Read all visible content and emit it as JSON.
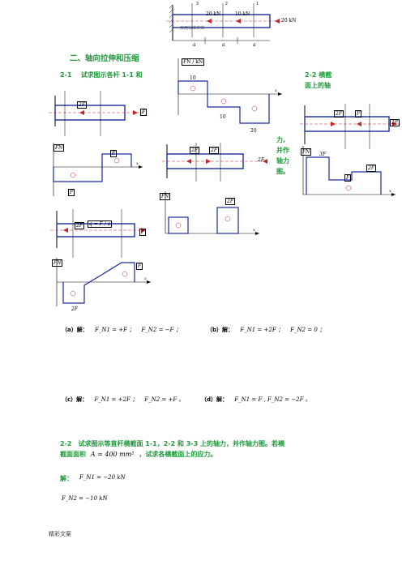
{
  "top_figure": {
    "loads": [
      "20 kN",
      "10 kN",
      "20 kN"
    ],
    "sections": [
      "3",
      "2",
      "1"
    ],
    "watermark": "实用标准文档",
    "dims": [
      "a",
      "a",
      "a"
    ]
  },
  "section_heading": "二、轴向拉伸和压缩",
  "problem_2_1": {
    "number": "2-1",
    "text_left": "试求图示各杆 1-1 和",
    "text_right_a": "2-2 横截",
    "text_right_b": "面上的轴",
    "text_mid": [
      "力,",
      "并作",
      "轴力",
      "图。"
    ]
  },
  "fig_a": {
    "load_left": "2F",
    "load_right": "F",
    "diag_axis": "FN",
    "val_pos": "F",
    "val_neg": "F"
  },
  "fig_b": {
    "load1": "2F",
    "load2": "2F",
    "load3": "2F",
    "val": "2F",
    "axis": "FN"
  },
  "fig_c": {
    "load1": "2F",
    "load2": "F",
    "load3": "2F",
    "val_3f": "3F",
    "val_f": "F",
    "val_2f": "2F",
    "axis": "FN"
  },
  "fig_d": {
    "load1": "2F",
    "q": "q = F / a",
    "load2": "F",
    "val_f": "F",
    "val_2f": "2F",
    "axis": "FN"
  },
  "fig_top_diag": {
    "axis": "FN / kN",
    "val1": "10",
    "val2": "10",
    "val3": "20"
  },
  "answers": {
    "a_label": "（a）解：",
    "a_text1": "F_N1 = +F ；",
    "a_text2": "F_N2 = −F ；",
    "b_label": "（b）解：",
    "b_text1": "F_N1 = +2F ；",
    "b_text2": "F_N2 = 0 ；",
    "c_label": "（c）解：",
    "c_text1": "F_N1 = +2F ；",
    "c_text2": "F_N2 = +F 。",
    "d_label": "（d）解：",
    "d_text": "F_N1 = F , F_N2 = −2F 。"
  },
  "problem_2_2": {
    "line1": "2-2　试求图示等直杆横截面 1-1，2-2 和 3-3 上的轴力，并作轴力图。若横",
    "line2a": "截面面积",
    "area": "A = 400 mm²",
    "line2b": "，试求各横截面上的应力。"
  },
  "solution_2_2": {
    "label": "解：",
    "line1": "F_N1 = −20 kN",
    "line2": "F_N2 = −10 kN"
  },
  "footer": "精彩文案"
}
